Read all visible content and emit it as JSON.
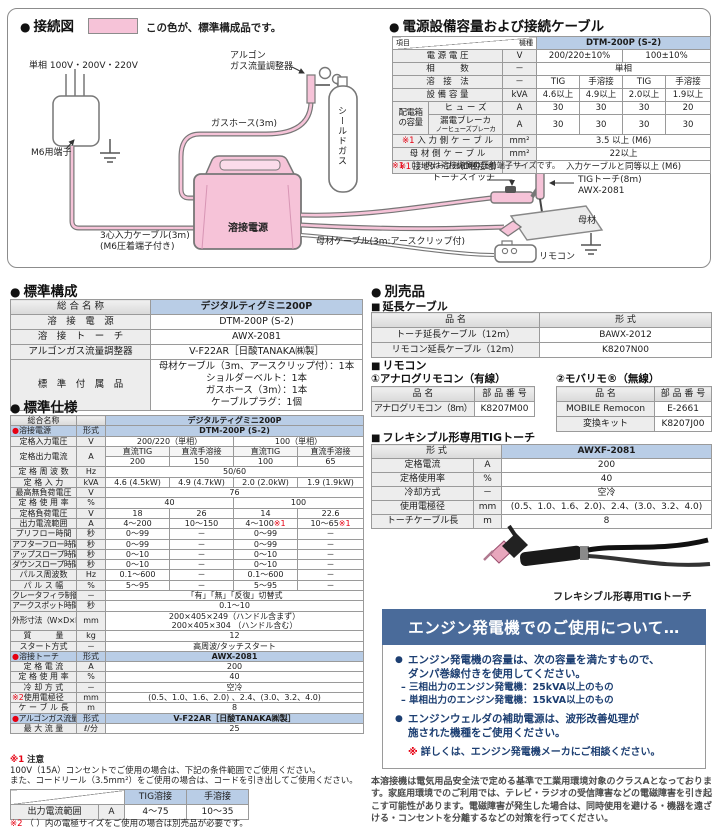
{
  "colors": {
    "pink": "#f6c3d8",
    "accent_blue": "#b9cde6",
    "box_blue": "#4a6b9a",
    "red": "#e60012"
  },
  "diagram": {
    "title": "接続図",
    "legend": "この色が、標準構成品です。",
    "labels": {
      "power_src": "単相 100V・200V・220V",
      "m6": "M6用端子",
      "regulator": "アルゴン\nガス流量調整器",
      "gas_hose": "ガスホース(3m)",
      "shield": "シールドガス",
      "welder": "溶接電源",
      "input_cable": "3心入力ケーブル(3m)\n(M6圧着端子付き)",
      "torch_switch": "トーチスイッチ",
      "tig_torch": "TIGトーチ(8m)\nAWX-2081",
      "base": "母材",
      "base_cable": "母材ケーブル(3m:アースクリップ付)",
      "remote": "リモコン"
    }
  },
  "power": {
    "title": "電源設備容量および接続ケーブル",
    "note_mark": "※1",
    "note_text": "（ ）内は溶接機側の圧着端子サイズです。",
    "table": {
      "cols": [
        36,
        74,
        34,
        43,
        43,
        43,
        45
      ],
      "rows": [
        [
          {
            "tl": "項目",
            "tr": "機種",
            "c": 3,
            "s": "h diag"
          },
          {
            "t": "DTM-200P (S-2)",
            "c": 4,
            "s": "b bold"
          }
        ],
        [
          {
            "t": "電 源 電 圧",
            "c": 2,
            "s": "l"
          },
          {
            "t": "V",
            "s": "u"
          },
          {
            "t": "200/220±10%",
            "c": 2
          },
          {
            "t": "100±10%",
            "c": 2
          }
        ],
        [
          {
            "t": "相　　　数",
            "c": 2,
            "s": "l"
          },
          {
            "t": "－",
            "s": "u"
          },
          {
            "t": "単相",
            "c": 4
          }
        ],
        [
          {
            "t": "溶　接　法",
            "c": 2,
            "s": "l"
          },
          {
            "t": "－",
            "s": "u"
          },
          {
            "t": "TIG"
          },
          {
            "t": "手溶接"
          },
          {
            "t": "TIG"
          },
          {
            "t": "手溶接"
          }
        ],
        [
          {
            "t": "設 備 容 量",
            "c": 2,
            "s": "l"
          },
          {
            "t": "kVA",
            "s": "u"
          },
          {
            "t": "4.6以上"
          },
          {
            "t": "4.9以上"
          },
          {
            "t": "2.0以上"
          },
          {
            "t": "1.9以上"
          }
        ],
        [
          {
            "t": "配電箱",
            "t2": "の容量",
            "r": 2,
            "s": "l xs"
          },
          {
            "t": "ヒ ュ ー ズ",
            "s": "l"
          },
          {
            "t": "A",
            "s": "u"
          },
          {
            "t": "30"
          },
          {
            "t": "30"
          },
          {
            "t": "30"
          },
          {
            "t": "20"
          }
        ],
        [
          {
            "t": "漏電ブレーカ",
            "t2": "ノーヒューズブレーカ",
            "s": "l t2xs"
          },
          {
            "t": "A",
            "s": "u"
          },
          {
            "t": "30"
          },
          {
            "t": "30"
          },
          {
            "t": "30"
          },
          {
            "t": "30"
          }
        ],
        [
          {
            "pre": "※1 ",
            "t": "入 力 側 ケ ー ブ ル",
            "c": 2,
            "s": "l"
          },
          {
            "t": "mm²",
            "s": "u"
          },
          {
            "t": "3.5 以上 (M6)",
            "c": 4
          }
        ],
        [
          {
            "t": "母 材 側 ケ ー ブ ル",
            "c": 2,
            "s": "l"
          },
          {
            "t": "mm²",
            "s": "u"
          },
          {
            "t": "22以上",
            "c": 4
          }
        ],
        [
          {
            "pre": "※1 ",
            "t": "接地ケーブル(D種接地)",
            "c": 2,
            "s": "l xs"
          },
          {
            "t": "－",
            "s": "u"
          },
          {
            "t": "入力ケーブルと同等以上 (M6)",
            "c": 4
          }
        ]
      ]
    }
  },
  "standard": {
    "title": "標準構成",
    "table": {
      "cols": [
        140,
        212
      ],
      "rows": [
        [
          {
            "t": "総 合 名 称",
            "s": "h"
          },
          {
            "t": "デジタルティグミニ200P",
            "s": "b bold"
          }
        ],
        [
          {
            "t": "溶　接　電　源",
            "s": "l"
          },
          {
            "t": "DTM-200P (S-2)"
          }
        ],
        [
          {
            "t": "溶　接　ト　ー　チ",
            "s": "l"
          },
          {
            "t": "AWX-2081"
          }
        ],
        [
          {
            "t": "アルゴンガス流量調整器",
            "s": "l"
          },
          {
            "t": "V-F22AR［日酸TANAKA㈱製］"
          }
        ],
        [
          {
            "t": "標　準　付　属　品",
            "s": "l"
          },
          {
            "lines": [
              "母材ケーブル（3m、アースクリップ付）：1本",
              "ショルダーベルト：1本",
              "ガスホース（3m）：1本",
              "ケーブルプラグ：1個"
            ]
          }
        ]
      ]
    }
  },
  "options": {
    "title": "別売品",
    "ext_title": "延長ケーブル",
    "ext_table": {
      "cols": [
        168,
        172
      ],
      "rows": [
        [
          {
            "t": "品 名",
            "s": "h"
          },
          {
            "t": "形 式",
            "s": "h"
          }
        ],
        [
          {
            "t": "トーチ延長ケーブル（12m）",
            "s": "l"
          },
          {
            "t": "BAWX-2012"
          }
        ],
        [
          {
            "t": "リモコン延長ケーブル（12m）",
            "s": "l"
          },
          {
            "t": "K8207N00"
          }
        ]
      ]
    },
    "remote_title": "リモコン",
    "remote1_title": "①アナログリモコン（有線）",
    "remote1_table": {
      "cols": [
        103,
        60
      ],
      "rows": [
        [
          {
            "t": "品 名",
            "s": "h"
          },
          {
            "t": "部 品 番 号",
            "s": "h"
          }
        ],
        [
          {
            "t": "アナログリモコン（8m）",
            "s": "l xs"
          },
          {
            "t": "K8207M00"
          }
        ]
      ]
    },
    "remote2_title": "②モバリモ®（無線）",
    "remote2_table": {
      "cols": [
        98,
        57
      ],
      "rows": [
        [
          {
            "t": "品 名",
            "s": "h"
          },
          {
            "t": "部 品 番 号",
            "s": "h"
          }
        ],
        [
          {
            "t": "MOBILE Remocon",
            "s": "l"
          },
          {
            "t": "E-2661"
          }
        ],
        [
          {
            "t": "変換キット",
            "s": "l"
          },
          {
            "t": "K8207J00"
          }
        ]
      ]
    },
    "flex_title": "フレキシブル形専用TIGトーチ",
    "flex_table": {
      "cols": [
        102,
        28,
        210
      ],
      "rows": [
        [
          {
            "t": "形 式",
            "c": 2,
            "s": "h"
          },
          {
            "t": "AWXF-2081",
            "s": "b bold"
          }
        ],
        [
          {
            "t": "定格電流",
            "s": "l"
          },
          {
            "t": "A",
            "s": "u"
          },
          {
            "t": "200"
          }
        ],
        [
          {
            "t": "定格使用率",
            "s": "l"
          },
          {
            "t": "%",
            "s": "u"
          },
          {
            "t": "40"
          }
        ],
        [
          {
            "t": "冷却方式",
            "s": "l"
          },
          {
            "t": "－",
            "s": "u"
          },
          {
            "t": "空冷"
          }
        ],
        [
          {
            "t": "使用電極径",
            "s": "l"
          },
          {
            "t": "mm",
            "s": "u"
          },
          {
            "t": "(0.5、1.0、1.6、2.0)、2.4、(3.0、3.2、4.0)"
          }
        ],
        [
          {
            "t": "トーチケーブル長",
            "s": "l"
          },
          {
            "t": "m",
            "s": "u"
          },
          {
            "t": "8"
          }
        ]
      ]
    },
    "flex_caption": "フレキシブル形専用TIGトーチ"
  },
  "spec": {
    "title": "標準仕様",
    "table": {
      "cols": [
        66,
        29,
        64,
        64,
        64,
        66
      ],
      "rows": [
        [
          {
            "t": "総合名称",
            "s": "h"
          },
          {
            "t": "",
            "s": "h"
          },
          {
            "t": "デジタルティグミニ200P",
            "c": 4,
            "s": "b bold"
          }
        ],
        [
          {
            "pre": "●",
            "t": "溶接電源",
            "s": "b left"
          },
          {
            "t": "形式",
            "s": "b"
          },
          {
            "t": "DTM-200P (S-2)",
            "c": 4,
            "s": "b bold"
          }
        ],
        [
          {
            "t": "定格入力電圧",
            "s": "l"
          },
          {
            "t": "V",
            "s": "u"
          },
          {
            "t": "200/220（単相）",
            "c": 2
          },
          {
            "t": "100（単相）",
            "c": 2
          }
        ],
        [
          {
            "t": "定格出力電流",
            "s": "l",
            "r": 2
          },
          {
            "t": "A",
            "s": "u",
            "r": 2
          },
          {
            "t": "直流TIG",
            "s": "sh"
          },
          {
            "t": "直流手溶接",
            "s": "sh"
          },
          {
            "t": "直流TIG",
            "s": "sh"
          },
          {
            "t": "直流手溶接",
            "s": "sh"
          }
        ],
        [
          {
            "t": "200"
          },
          {
            "t": "150"
          },
          {
            "t": "100"
          },
          {
            "t": "65"
          }
        ],
        [
          {
            "t": "定 格 周 波 数",
            "s": "l"
          },
          {
            "t": "Hz",
            "s": "u"
          },
          {
            "t": "50/60",
            "c": 4
          }
        ],
        [
          {
            "t": "定 格 入 力",
            "s": "l"
          },
          {
            "t": "kVA",
            "s": "u"
          },
          {
            "t": "4.6 (4.5kW)"
          },
          {
            "t": "4.9 (4.7kW)"
          },
          {
            "t": "2.0 (2.0kW)"
          },
          {
            "t": "1.9 (1.9kW)"
          }
        ],
        [
          {
            "t": "最高無負荷電圧",
            "s": "l"
          },
          {
            "t": "V",
            "s": "u"
          },
          {
            "t": "76",
            "c": 4
          }
        ],
        [
          {
            "t": "定 格 使 用 率",
            "s": "l"
          },
          {
            "t": "%",
            "s": "u"
          },
          {
            "t": "40",
            "c": 2
          },
          {
            "t": "100",
            "c": 2
          }
        ],
        [
          {
            "t": "定格負荷電圧",
            "s": "l"
          },
          {
            "t": "V",
            "s": "u"
          },
          {
            "t": "18"
          },
          {
            "t": "26"
          },
          {
            "t": "14"
          },
          {
            "t": "22.6"
          }
        ],
        [
          {
            "t": "出力電流範囲",
            "s": "l"
          },
          {
            "t": "A",
            "s": "u"
          },
          {
            "t": "4～200"
          },
          {
            "t": "10～150"
          },
          {
            "t": "4～100",
            "post": "※1"
          },
          {
            "t": "10～65",
            "post": "※1"
          }
        ],
        [
          {
            "t": "プリフロー時間",
            "s": "l"
          },
          {
            "t": "秒",
            "s": "u"
          },
          {
            "t": "0～99"
          },
          {
            "t": "－"
          },
          {
            "t": "0～99"
          },
          {
            "t": "－"
          }
        ],
        [
          {
            "t": "アフターフロー時間",
            "s": "l xs"
          },
          {
            "t": "秒",
            "s": "u"
          },
          {
            "t": "0～99"
          },
          {
            "t": "－"
          },
          {
            "t": "0～99"
          },
          {
            "t": "－"
          }
        ],
        [
          {
            "t": "アップスロープ時間",
            "s": "l xs"
          },
          {
            "t": "秒",
            "s": "u"
          },
          {
            "t": "0～10"
          },
          {
            "t": "－"
          },
          {
            "t": "0～10"
          },
          {
            "t": "－"
          }
        ],
        [
          {
            "t": "ダウンスロープ時間",
            "s": "l xs"
          },
          {
            "t": "秒",
            "s": "u"
          },
          {
            "t": "0～10"
          },
          {
            "t": "－"
          },
          {
            "t": "0～10"
          },
          {
            "t": "－"
          }
        ],
        [
          {
            "t": "パルス周波数",
            "s": "l"
          },
          {
            "t": "Hz",
            "s": "u"
          },
          {
            "t": "0.1～600"
          },
          {
            "t": "－"
          },
          {
            "t": "0.1～600"
          },
          {
            "t": "－"
          }
        ],
        [
          {
            "t": "パ ル ス 幅",
            "s": "l"
          },
          {
            "t": "%",
            "s": "u"
          },
          {
            "t": "5～95"
          },
          {
            "t": "－"
          },
          {
            "t": "5～95"
          },
          {
            "t": "－"
          }
        ],
        [
          {
            "t": "クレータフィラ制御",
            "s": "l xs"
          },
          {
            "t": "－",
            "s": "u"
          },
          {
            "t": "「有」「無」「反復」切替式",
            "c": 4
          }
        ],
        [
          {
            "t": "アークスポット時間",
            "s": "l xs"
          },
          {
            "t": "秒",
            "s": "u"
          },
          {
            "t": "0.1～10",
            "c": 4
          }
        ],
        [
          {
            "t": "外形寸法（W×D×H）",
            "s": "l xs"
          },
          {
            "t": "mm",
            "s": "u"
          },
          {
            "t": "200×405×249（ハンドル含まず）",
            "t2": "200×405×304 （ハンドル含む）",
            "c": 4
          }
        ],
        [
          {
            "t": "質　　　量",
            "s": "l"
          },
          {
            "t": "kg",
            "s": "u"
          },
          {
            "t": "12",
            "c": 4
          }
        ],
        [
          {
            "t": "スタート方式",
            "s": "l"
          },
          {
            "t": "－",
            "s": "u"
          },
          {
            "t": "高周波/タッチスタート",
            "c": 4
          }
        ],
        [
          {
            "pre": "●",
            "t": "溶接トーチ",
            "s": "b left"
          },
          {
            "t": "形式",
            "s": "b"
          },
          {
            "t": "AWX-2081",
            "c": 4,
            "s": "b bold"
          }
        ],
        [
          {
            "t": "定 格 電 流",
            "s": "l"
          },
          {
            "t": "A",
            "s": "u"
          },
          {
            "t": "200",
            "c": 4
          }
        ],
        [
          {
            "t": "定 格 使 用 率",
            "s": "l"
          },
          {
            "t": "%",
            "s": "u"
          },
          {
            "t": "40",
            "c": 4
          }
        ],
        [
          {
            "t": "冷 却 方 式",
            "s": "l"
          },
          {
            "t": "－",
            "s": "u"
          },
          {
            "t": "空冷",
            "c": 4
          }
        ],
        [
          {
            "pre": "※2",
            "t": "使用電極径",
            "s": "l left"
          },
          {
            "t": "mm",
            "s": "u"
          },
          {
            "t": "(0.5、1.0、1.6、2.0) 、2.4、(3.0、3.2、4.0)",
            "c": 4
          }
        ],
        [
          {
            "t": "ケ ー ブ ル 長",
            "s": "l"
          },
          {
            "t": "m",
            "s": "u"
          },
          {
            "t": "8",
            "c": 4
          }
        ],
        [
          {
            "pre": "●",
            "t": "アルゴンガス流量調整器",
            "s": "b left xs"
          },
          {
            "t": "形式",
            "s": "b"
          },
          {
            "t": "V-F22AR［日酸TANAKA㈱製］",
            "c": 4,
            "s": "b bold"
          }
        ],
        [
          {
            "t": "最 大 流 量",
            "s": "l"
          },
          {
            "t": "ℓ/分",
            "s": "u"
          },
          {
            "t": "25",
            "c": 4
          }
        ]
      ]
    },
    "note1_mark": "※1",
    "note1_head": "注意",
    "note1_lines": [
      "100V（15A）コンセントでご使用の場合は、下記の条件範囲でご使用ください。",
      "また、コードリール（3.5mm²）をご使用の場合は、コードを引き出してご使用ください。"
    ],
    "cond_table": {
      "cols": [
        88,
        26,
        62,
        62
      ],
      "rows": [
        [
          {
            "c": 2,
            "s": "h diag"
          },
          {
            "t": "TIG溶接",
            "s": "b"
          },
          {
            "t": "手溶接",
            "s": "b"
          }
        ],
        [
          {
            "t": "出力電流範囲",
            "s": "l"
          },
          {
            "t": "A",
            "s": "u"
          },
          {
            "t": "4～75"
          },
          {
            "t": "10～35"
          }
        ]
      ]
    },
    "note2_mark": "※2",
    "note2_text": "（ ）内の電極サイズをご使用の場合は別売品が必要です。"
  },
  "engine_box": {
    "title": "エンジン発電機でのご使用について…",
    "b1": [
      "エンジン発電機の容量は、次の容量を満たすもので、",
      "ダンパ巻線付きを使用してください。"
    ],
    "d1": "– 三相出力のエンジン発電機：25kVA以上のもの",
    "d2": "– 単相出力のエンジン発電機：15kVA以上のもの",
    "b2": [
      "エンジンウェルダの補助電源は、波形改善処理が",
      "施された機種をご使用ください。"
    ],
    "note_mark": "※",
    "note_text": "詳しくは、エンジン発電機メーカにご相談ください。"
  },
  "footer": "本溶接機は電気用品安全法で定める基準で工業用環境対象のクラスAとなっております。家庭用環境でのご利用では、テレビ・ラジオの受信障害などの電磁障害を引き起こす可能性があります。電磁障害が発生した場合は、同時使用を避ける・機器を遠ざける・コンセントを分離するなどの対策を行ってください。"
}
